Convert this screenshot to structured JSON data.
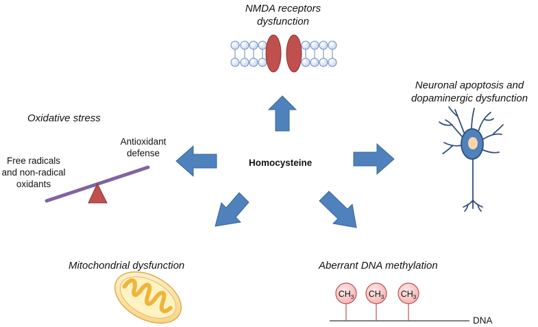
{
  "center_label": "Homocysteine",
  "effects": {
    "nmda": {
      "line1": "NMDA receptors",
      "line2": "dysfunction"
    },
    "neuronal": {
      "line1": "Neuronal apoptosis and",
      "line2": "dopaminergic dysfunction"
    },
    "oxidative": {
      "title": "Oxidative stress",
      "antioxidant_line1": "Antioxidant",
      "antioxidant_line2": "defense",
      "radicals_line1": "Free radicals",
      "radicals_line2": "and non-radical",
      "radicals_line3": "oxidants"
    },
    "mitochondrial": {
      "title": "Mitochondrial dysfunction"
    },
    "dna": {
      "title": "Aberrant DNA methylation",
      "methyl_group": "CH",
      "methyl_subscript": "3",
      "dna_label": "DNA"
    }
  },
  "colors": {
    "arrow": "#4f81bd",
    "receptor": "#c0504d",
    "lipid": "#dbe5f1",
    "neuron": "#4f81bd",
    "nucleus": "#fbd5a8",
    "balance_beam": "#8064a2",
    "fulcrum": "#c0504d",
    "mitochondrion": "#fde9a9",
    "methyl": "#f4cccc"
  }
}
